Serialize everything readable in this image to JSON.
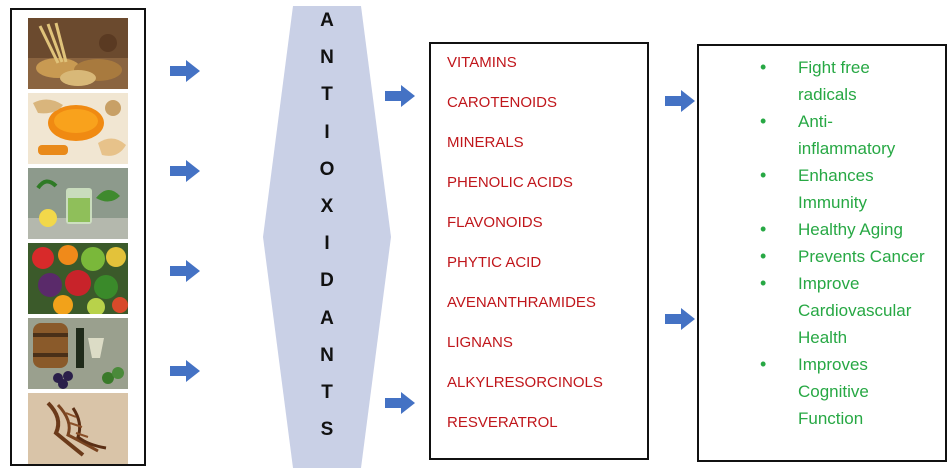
{
  "images": [
    {
      "name": "spices-grains-image"
    },
    {
      "name": "turmeric-ginger-image"
    },
    {
      "name": "herbal-tea-image"
    },
    {
      "name": "fruits-vegetables-image"
    },
    {
      "name": "wine-grapes-image"
    },
    {
      "name": "seaweed-image"
    }
  ],
  "hexagon": {
    "letters": [
      "A",
      "N",
      "T",
      "I",
      "O",
      "X",
      "I",
      "D",
      "A",
      "N",
      "T",
      "S"
    ],
    "fill": "#c9d0e6"
  },
  "compounds": {
    "color": "#c0161b",
    "items": [
      "VITAMINS",
      "CAROTENOIDS",
      "MINERALS",
      "PHENOLIC ACIDS",
      "FLAVONOIDS",
      "PHYTIC ACID",
      "AVENANTHRAMIDES",
      "LIGNANS",
      "ALKYLRESORCINOLS",
      "RESVERATROL"
    ]
  },
  "benefits": {
    "color": "#27a844",
    "bullet": "•",
    "items": [
      {
        "lines": [
          "Fight free",
          "radicals"
        ]
      },
      {
        "lines": [
          "Anti-",
          "inflammatory"
        ]
      },
      {
        "lines": [
          "Enhances",
          "Immunity"
        ]
      },
      {
        "lines": [
          "Healthy Aging"
        ]
      },
      {
        "lines": [
          "Prevents Cancer"
        ]
      },
      {
        "lines": [
          "Improve",
          "Cardiovascular",
          "Health"
        ]
      },
      {
        "lines": [
          "Improves",
          "Cognitive",
          "Function"
        ]
      }
    ]
  },
  "arrow_color": "#4472c4"
}
